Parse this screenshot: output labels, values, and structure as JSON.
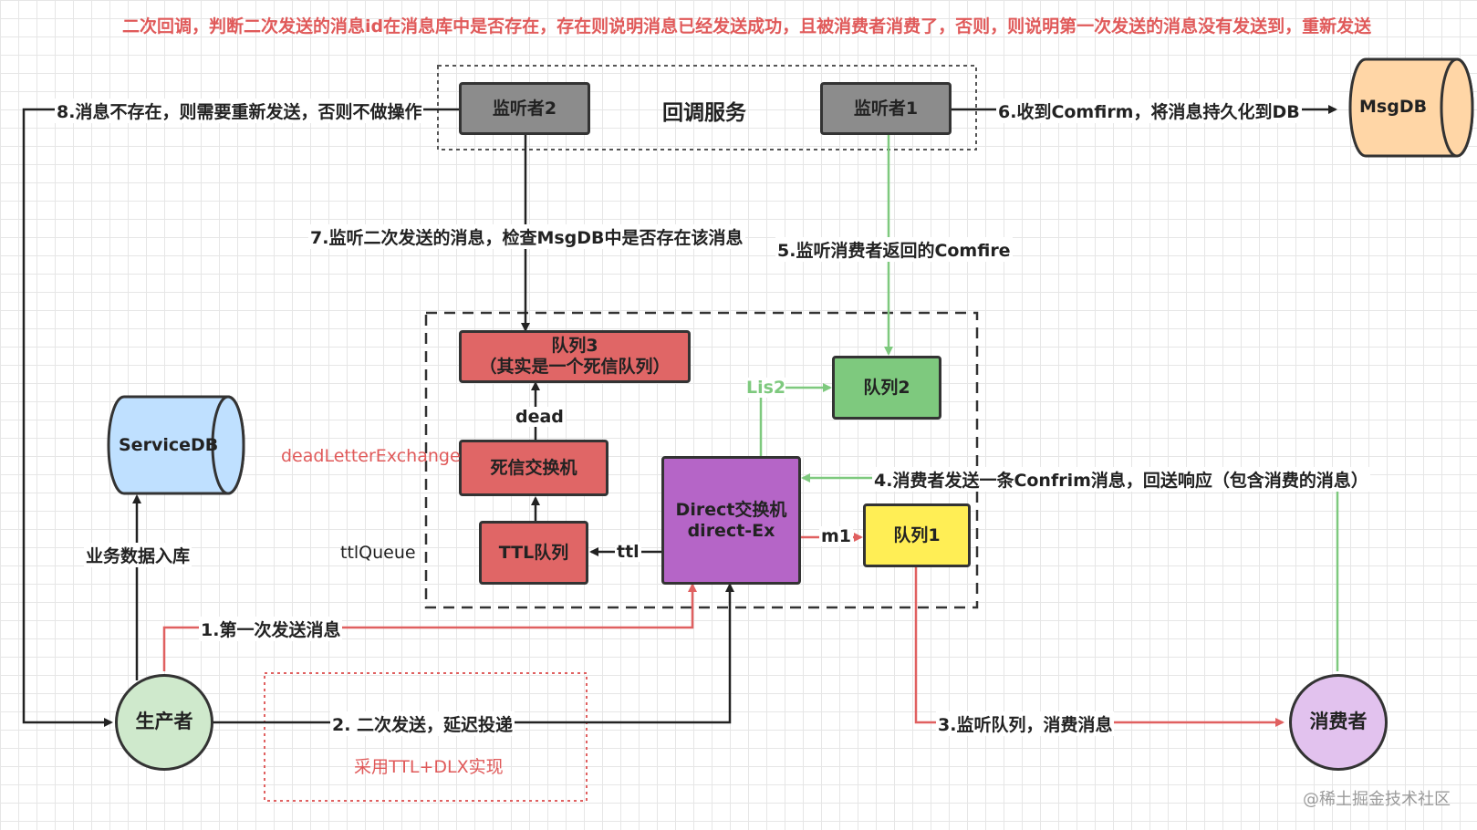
{
  "header_note": "二次回调，判断二次发送的消息id在消息库中是否存在，存在则说明消息已经发送成功，且被消费者消费了，否则，则说明第一次发送的消息没有发送到，重新发送",
  "callback_group_label": "回调服务",
  "nodes": {
    "listener2": "监听者2",
    "listener1": "监听者1",
    "msgdb": "MsgDB",
    "servicedb": "ServiceDB",
    "queue3_line1": "队列3",
    "queue3_line2": "（其实是一个死信队列）",
    "queue2": "队列2",
    "dead_exchange": "死信交换机",
    "ttl_queue": "TTL队列",
    "direct_line1": "Direct交换机",
    "direct_line2": "direct-Ex",
    "queue1": "队列1",
    "producer": "生产者",
    "consumer": "消费者"
  },
  "edge_labels": {
    "step8": "8.消息不存在，则需要重新发送，否则不做操作",
    "step6": "6.收到Comfirm，将消息持久化到DB",
    "step7": "7.监听二次发送的消息，检查MsgDB中是否存在该消息",
    "step5": "5.监听消费者返回的Comfire",
    "lis2": "Lis2",
    "dead": "dead",
    "dead_letter_exchange": "deadLetterExchange",
    "ttl_queue_name": "ttlQueue",
    "step4": "4.消费者发送一条Confrim消息，回送响应（包含消费的消息）",
    "ttl": "ttl",
    "m1": "m1",
    "business_store": "业务数据入库",
    "step1": "1.第一次发送消息",
    "step2": "2. 二次发送，延迟投递",
    "ttl_dlx_note": "采用TTL+DLX实现",
    "step3": "3.监听队列，消费消息"
  },
  "watermark": "@稀土掘金技术社区",
  "colors": {
    "red_text": "#e05a5a",
    "gray_node": "#8c8c8c",
    "red_node": "#e06666",
    "green_node": "#7ec97e",
    "purple_node": "#b565c7",
    "yellow_node": "#ffee55",
    "blue_db": "#bfe0ff",
    "orange_db": "#ffd6a6",
    "green_circle": "#cfe9cc",
    "purple_circle": "#e2c2ee",
    "red_arrow": "#e06060",
    "green_arrow": "#7ec97e",
    "black_arrow": "#222222"
  }
}
